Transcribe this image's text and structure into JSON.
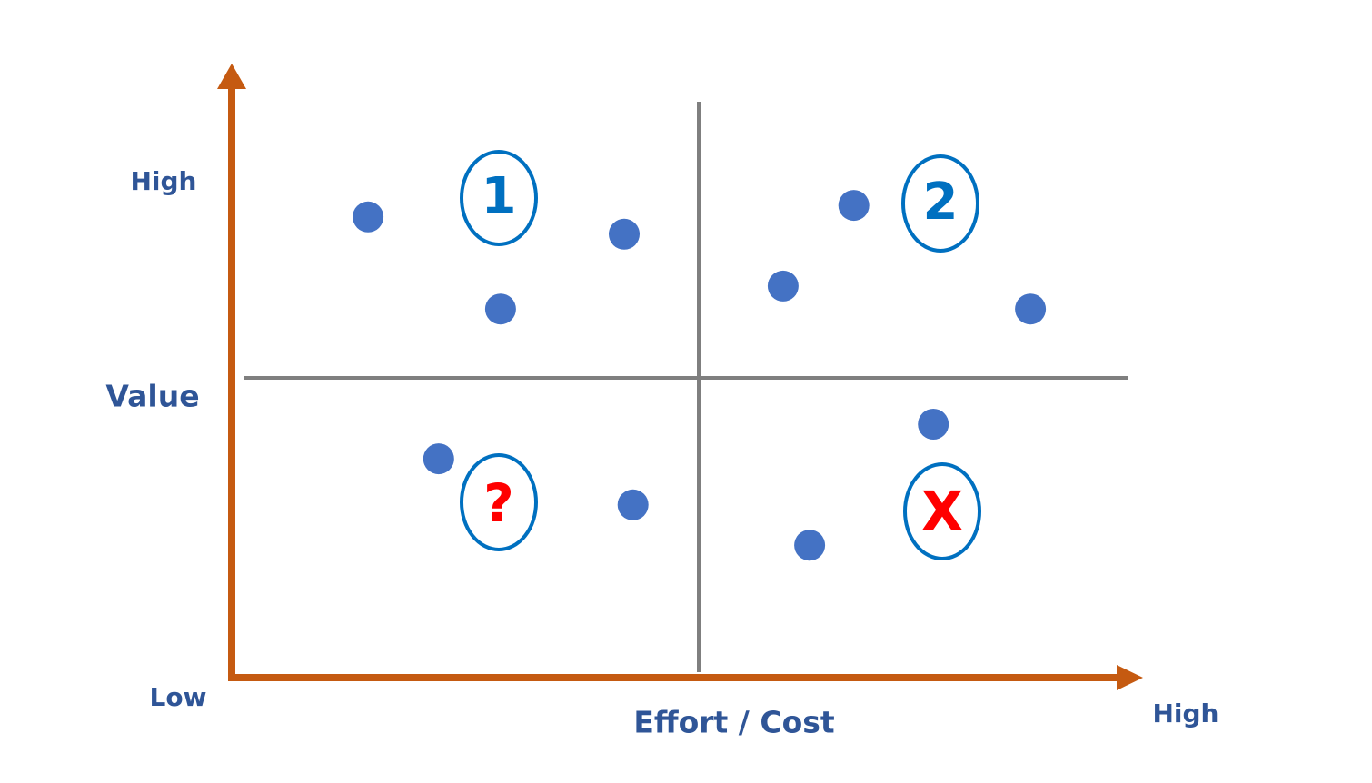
{
  "axes": {
    "y_label": "Value",
    "x_label": "Effort / Cost",
    "y_high": "High",
    "origin_low": "Low",
    "x_high": "High"
  },
  "quadrants": {
    "top_left": "1",
    "top_right": "2",
    "bottom_left": "?",
    "bottom_right": "X"
  },
  "points": [
    {
      "effort": 0.14,
      "value": 0.8
    },
    {
      "effort": 0.29,
      "value": 0.64
    },
    {
      "effort": 0.43,
      "value": 0.77
    },
    {
      "effort": 0.61,
      "value": 0.68
    },
    {
      "effort": 0.69,
      "value": 0.82
    },
    {
      "effort": 0.89,
      "value": 0.64
    },
    {
      "effort": 0.22,
      "value": 0.38
    },
    {
      "effort": 0.44,
      "value": 0.3
    },
    {
      "effort": 0.78,
      "value": 0.44
    },
    {
      "effort": 0.64,
      "value": 0.23
    }
  ],
  "colors": {
    "axis": "#c55a11",
    "divider": "#7f7f7f",
    "label": "#2f5597",
    "point": "#4472c4",
    "ellipse": "#0070c0",
    "marker_blue": "#0070c0",
    "marker_red": "#ff0000"
  }
}
